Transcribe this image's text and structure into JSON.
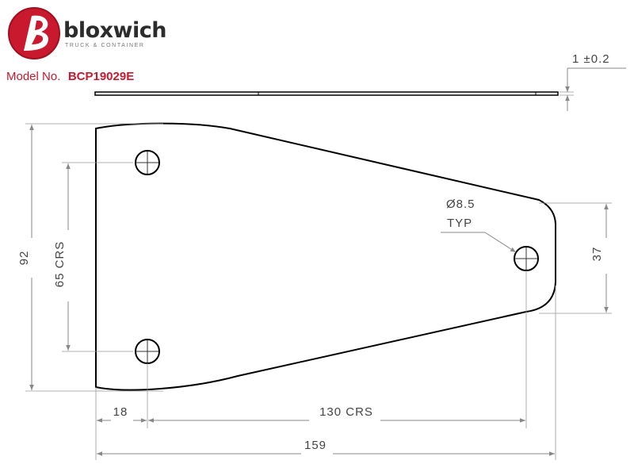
{
  "brand": {
    "name": "bloxwich",
    "tagline": "TRUCK & CONTAINER",
    "logo_color": "#c8192f"
  },
  "model": {
    "label": "Model No.",
    "value": "BCP19029E"
  },
  "dimensions": {
    "thickness": "1 ±0.2",
    "height": "92",
    "hole_spacing_vertical": "65 CRS",
    "hole_diameter": "Ø8.5",
    "hole_note": "TYP",
    "small_end_height": "37",
    "edge_to_hole": "18",
    "hole_spacing_horizontal": "130 CRS",
    "overall_length": "159"
  }
}
